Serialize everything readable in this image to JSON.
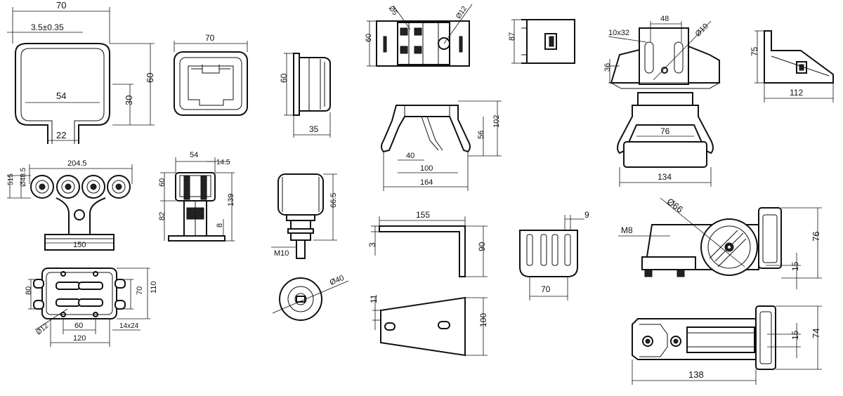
{
  "dimensions": {
    "d70_top": "70",
    "d3_5": "3.5±0.35",
    "d54": "54",
    "d22": "22",
    "d30": "30",
    "d60_profile": "60",
    "d70_frame": "70",
    "d60_plug": "60",
    "d35": "35",
    "d204_5": "204.5",
    "d515": "515",
    "d485": "Ø48.5",
    "d150": "150",
    "d54_side": "54",
    "d14_5": "14.5",
    "d60_side": "60",
    "d139": "139",
    "d82": "82",
    "d8": "8",
    "d66_5": "66.5",
    "m10": "M10",
    "d40_roller": "Ø40",
    "d80": "80",
    "d70_plate": "70",
    "d110": "110",
    "d12_plate": "Ø12",
    "d60_plate": "60",
    "d14x24": "14x24",
    "d120": "120",
    "d5_bracket": "Ø5",
    "d12_bracket": "Ø12",
    "d60_bracket": "60",
    "d87": "87",
    "d102": "102",
    "d56": "56",
    "d40_bracket": "40",
    "d100_bracket": "100",
    "d164": "164",
    "d155": "155",
    "d3_angle": "3",
    "d90": "90",
    "d11": "11",
    "d100_angle": "100",
    "d9": "9",
    "d70_comb": "70",
    "d10x32": "10x32",
    "d48": "48",
    "d10_hole": "Ø10",
    "d36": "36",
    "d75": "75",
    "d112": "112",
    "d76_catcher": "76",
    "d134": "134",
    "d66_roller": "Ø66",
    "m8": "M8",
    "d76_assembly": "76",
    "d15_side": "15",
    "d15_plan": "15",
    "d74": "74",
    "d138": "138"
  }
}
